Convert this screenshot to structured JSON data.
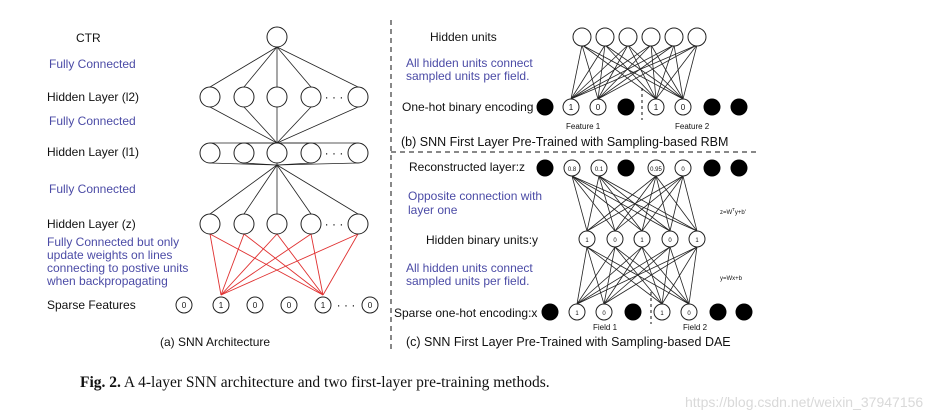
{
  "panel_a": {
    "ctr": "CTR",
    "fc1": "Fully Connected",
    "hidden_l2": "Hidden Layer (l2)",
    "fc2": "Fully Connected",
    "hidden_l1": "Hidden Layer (l1)",
    "fc3": "Fully Connected",
    "hidden_z": "Hidden Layer (z)",
    "fc_note": [
      "Fully Connected but only",
      "update weights on  lines",
      "connecting to postive units",
      "when backpropagating"
    ],
    "sparse": "Sparse Features",
    "sparse_values": [
      "0",
      "1",
      "0",
      "0",
      "1",
      "0"
    ],
    "dots": "· · ·",
    "caption": "(a) SNN Architecture"
  },
  "panel_b": {
    "hidden_units": "Hidden units",
    "note": [
      "All hidden units connect",
      "sampled units per field."
    ],
    "onehot": "One-hot binary encoding",
    "unit_values": [
      "1",
      "0",
      "1",
      "0"
    ],
    "feature1": "Feature 1",
    "feature2": "Feature 2",
    "caption": "(b) SNN First Layer Pre-Trained with Sampling-based RBM"
  },
  "panel_c": {
    "reconstructed": "Reconstructed layer:z",
    "recon_values": [
      "0.8",
      "0.1",
      "0.95",
      "0"
    ],
    "opposite": [
      "Opposite connection with",
      "layer one"
    ],
    "eq_z": "z=W",
    "eq_z_sup": "T",
    "eq_z_rest": "y+b'",
    "hidden_binary": "Hidden binary units:y",
    "hidden_values": [
      "1",
      "0",
      "1",
      "0",
      "1"
    ],
    "note": [
      "All hidden units connect",
      "sampled units per field."
    ],
    "eq_y": "y=Wx+b",
    "sparse_onehot": "Sparse one-hot encoding:x",
    "x_values": [
      "1",
      "0",
      "1",
      "0"
    ],
    "field1": "Field 1",
    "field2": "Field 2",
    "caption": "(c) SNN First Layer Pre-Trained with Sampling-based DAE"
  },
  "figure_caption": {
    "label": "Fig. 2.",
    "text": " A 4-layer SNN architecture and two first-layer pre-training methods."
  },
  "watermark": "https://blog.csdn.net/weixin_37947156"
}
